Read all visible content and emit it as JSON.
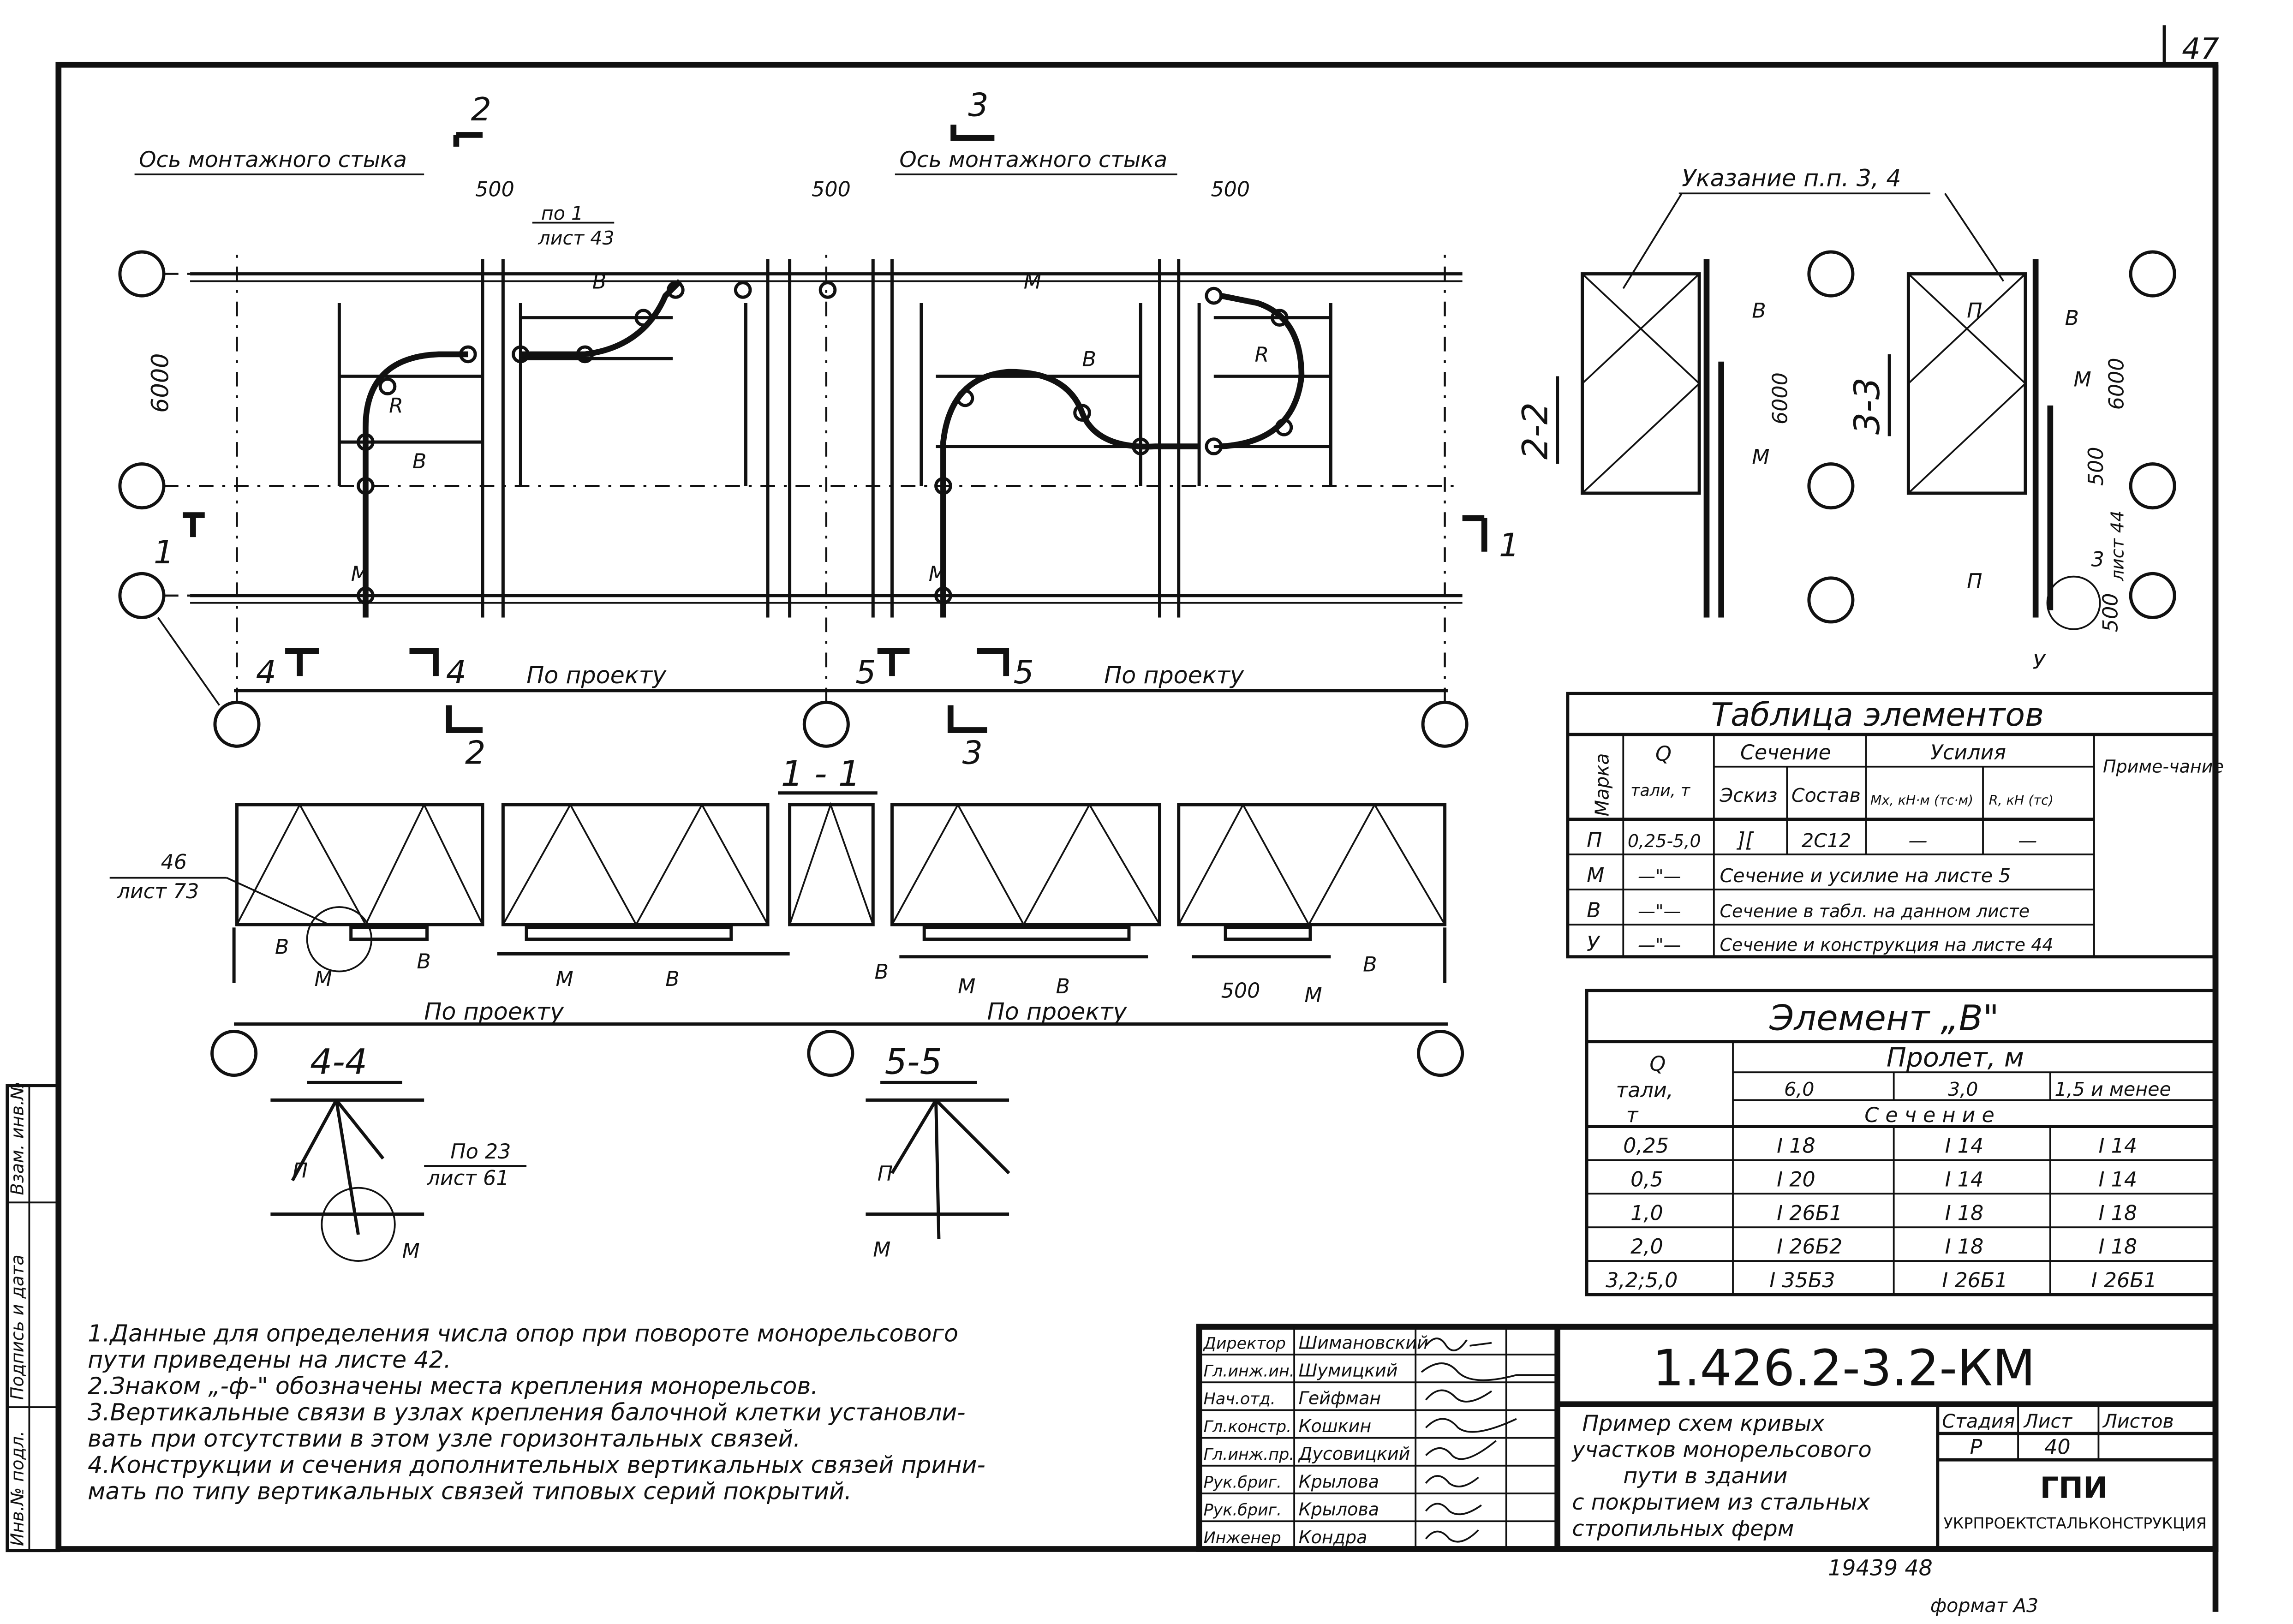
{
  "sheet": {
    "corner_number": "47",
    "document_code": "1.426.2-3.2-КМ",
    "stamp_bottom": "19439   48",
    "stamp_format": "формат А3"
  },
  "plan": {
    "axis_label": "Ось монтажного стыка",
    "dim_500": "500",
    "dim_6000": "6000",
    "ref_line1": "по 1",
    "ref_line2": "лист 43",
    "by_project": "По проекту",
    "cuts": [
      "1",
      "2",
      "3",
      "4",
      "5"
    ],
    "marks": {
      "b": "В",
      "m": "М",
      "r": "R",
      "p": "П",
      "u": "У"
    }
  },
  "section_titles": {
    "s11": "1 - 1",
    "s22": "2-2",
    "s33": "3-3",
    "s44": "4-4",
    "s55": "5-5"
  },
  "section_callouts": {
    "note_11_a": "46",
    "note_11_b": "лист 73",
    "note_44_a": "По 23",
    "note_44_b": "лист 61",
    "note_33_a": "3",
    "note_33_b": "лист 44",
    "instructions": "Указание  п.п. 3, 4"
  },
  "table_elements": {
    "title": "Таблица  элементов",
    "headers": {
      "marka": "Марка",
      "q": "Q",
      "q_unit": "тали, т",
      "section": "Сечение",
      "sketch": "Эскиз",
      "composition": "Состав",
      "forces": "Усилия",
      "mx": "Mx, кН·м (тс·м)",
      "r": "R, кН (тс)",
      "note": "Приме-чание"
    },
    "rows": [
      {
        "mark": "П",
        "q": "0,25-5,0",
        "sketch": "][",
        "comp": "2С12",
        "mx": "—",
        "r": "—",
        "span": ""
      },
      {
        "mark": "М",
        "q": "—\"—",
        "span": "Сечение и усилие на листе 5"
      },
      {
        "mark": "В",
        "q": "—\"—",
        "span": "Сечение в табл. на данном листе"
      },
      {
        "mark": "У",
        "q": "—\"—",
        "span": "Сечение и конструкция на листе 44"
      }
    ]
  },
  "table_b": {
    "title": "Элемент  „В\"",
    "q_label": "Q",
    "q_unit1": "тали,",
    "q_unit2": "т",
    "span_label": "Пролет,  м",
    "spans": [
      "6,0",
      "3,0",
      "1,5 и менее"
    ],
    "section_label": "С е ч е н и е",
    "rows": [
      {
        "q": "0,25",
        "v": [
          "I 18",
          "I 14",
          "I 14"
        ]
      },
      {
        "q": "0,5",
        "v": [
          "I 20",
          "I 14",
          "I 14"
        ]
      },
      {
        "q": "1,0",
        "v": [
          "I 26Б1",
          "I 18",
          "I 18"
        ]
      },
      {
        "q": "2,0",
        "v": [
          "I 26Б2",
          "I 18",
          "I 18"
        ]
      },
      {
        "q": "3,2;5,0",
        "v": [
          "I 35Б3",
          "I 26Б1",
          "I 26Б1"
        ]
      }
    ]
  },
  "notes": [
    "1.Данные для определения числа опор при повороте монорельсового",
    "   пути приведены на листе 42.",
    "2.Знаком „-ф-\" обозначены места крепления монорельсов.",
    "3.Вертикальные связи в узлах крепления балочной клетки установли-",
    "   вать при отсутствии в этом узле горизонтальных связей.",
    "4.Конструкции и сечения дополнительных вертикальных связей прини-",
    "   мать по типу вертикальных связей типовых серий покрытий."
  ],
  "side_strip": {
    "inv_orig": "Инв.№ подл.",
    "sign_date": "Подпись и дата",
    "replace": "Взам. инв.№"
  },
  "title_block": {
    "roles": [
      "Директор",
      "Гл.инж.ин.",
      "Нач.отд.",
      "Гл.констр.",
      "Гл.инж.пр.",
      "Рук.бриг.",
      "Рук.бриг.",
      "Инженер"
    ],
    "names": [
      "Шимановский",
      "Шумицкий",
      "Гейфман",
      "Кошкин",
      "Дусовицкий",
      "Крылова",
      "Крылова",
      "Кондра"
    ],
    "description": [
      "Пример схем кривых",
      "участков монорельсового",
      "пути в здании",
      "с покрытием из стальных",
      "стропильных ферм"
    ],
    "stage_label": "Стадия",
    "sheet_label": "Лист",
    "sheets_label": "Листов",
    "stage": "Р",
    "sheet": "40",
    "org_short": "ГПИ",
    "org_full": "УКРПРОЕКТСТАЛЬКОНСТРУКЦИЯ"
  }
}
